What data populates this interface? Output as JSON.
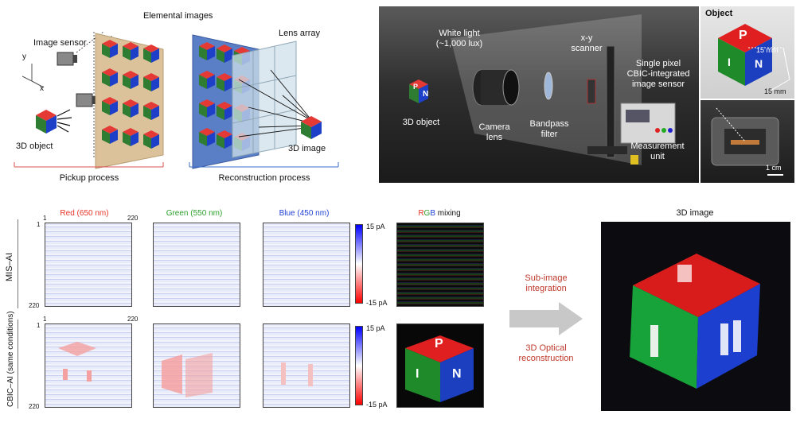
{
  "pickup": {
    "image_sensor": "Image sensor",
    "elemental_images": "Elemental images",
    "object_3d": "3D object",
    "axis_y": "y",
    "axis_x": "x",
    "caption": "Pickup process"
  },
  "reconstruction": {
    "lens_array": "Lens array",
    "image_3d": "3D image",
    "caption": "Reconstruction process"
  },
  "setup": {
    "white_light_1": "White light",
    "white_light_2": "(~1,000 lux)",
    "object_label": "3D object",
    "camera_lens_1": "Camera",
    "camera_lens_2": "lens",
    "bandpass_1": "Bandpass",
    "bandpass_2": "filter",
    "scanner_1": "x-y",
    "scanner_2": "scanner",
    "sensor_1": "Single pixel",
    "sensor_2": "CBIC-integrated",
    "sensor_3": "image sensor",
    "measurement_1": "Measurement",
    "measurement_2": "unit",
    "cube_letter_p": "P",
    "cube_letter_n": "N",
    "cube_letter_i": "I",
    "object_tag": "Object",
    "dim_1": "15 mm",
    "dim_2": "15 mm",
    "scale": "1 cm"
  },
  "maps": {
    "tick_start": "1",
    "tick_end": "220",
    "col_red": "Red (650 nm)",
    "col_green": "Green (550 nm)",
    "col_blue": "Blue (450 nm)",
    "col_mix_r": "R",
    "col_mix_g": "G",
    "col_mix_b": "B",
    "col_mix_rest": " mixing",
    "row_mis": "MIS–AI",
    "row_cbic": "CBIC–AI (same conditions)",
    "cbar_top": "15 pA",
    "cbar_bottom": "-15 pA"
  },
  "process": {
    "step1_1": "Sub-image",
    "step1_2": "integration",
    "step2_1": "3D Optical",
    "step2_2": "reconstruction",
    "result_title": "3D image"
  },
  "colors": {
    "red_label": "#e8352a",
    "green_label": "#2ca02c",
    "blue_label": "#1f3fd6",
    "process_text": "#c0392b",
    "pickup_line": "#d9534f",
    "reconstruction_line": "#3b6fc4"
  }
}
